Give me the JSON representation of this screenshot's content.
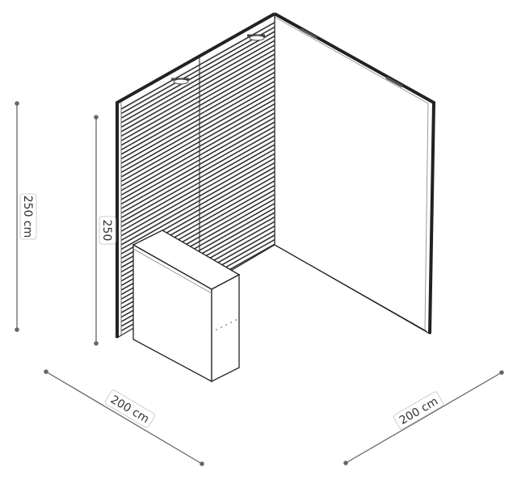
{
  "dimensions": {
    "height_outer": "250 cm",
    "height_inner": "250",
    "width_left": "200 cm",
    "width_right": "200 cm"
  },
  "colors": {
    "line": "#222222",
    "dimension": "#666666",
    "label_border": "#cfcfcf"
  }
}
